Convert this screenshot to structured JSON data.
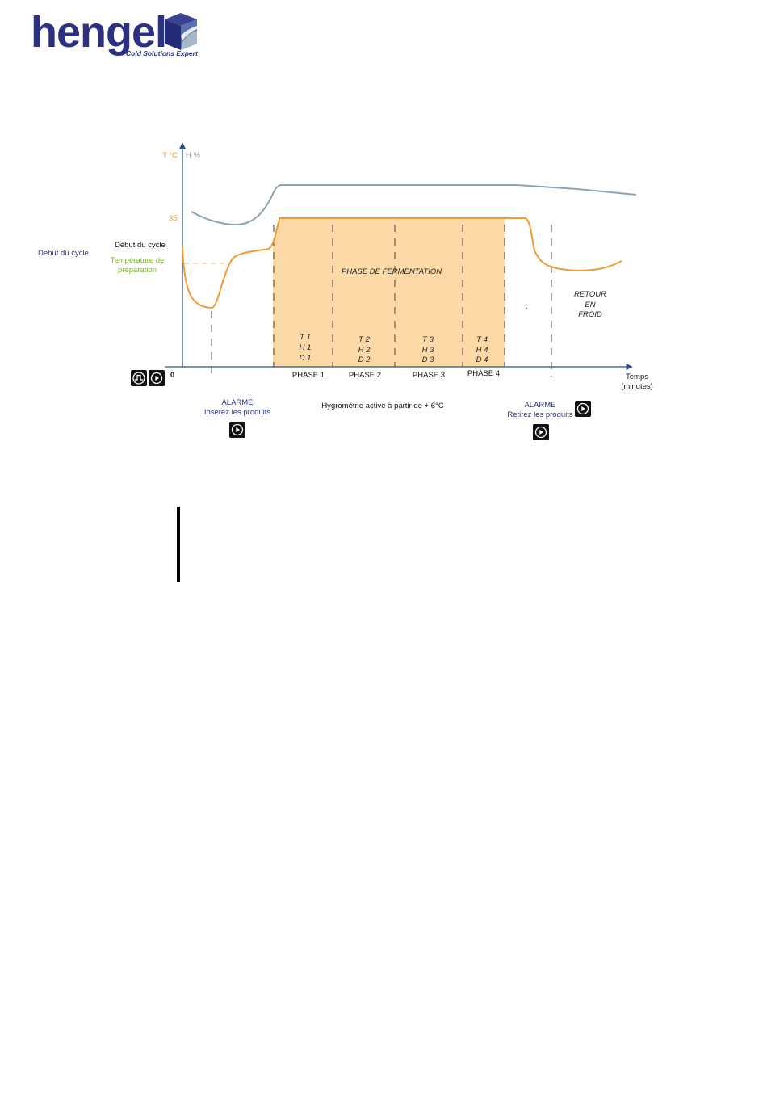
{
  "logo": {
    "name": "hengel",
    "tagline": "Cold Solutions Expert"
  },
  "axes": {
    "y_temp_label": "T °C",
    "y_hum_label": "H %",
    "y_tick_35": "35",
    "origin": "0",
    "x_label_line1": "Temps",
    "x_label_line2": "(minutes)"
  },
  "labels": {
    "debut_cycle_left": "Debut du cycle",
    "debut_cycle": "Début du cycle",
    "temp_prep_line1": "Température de",
    "temp_prep_line2": "préparation",
    "phase_fermentation": "PHASE DE FERMENTATION",
    "retour_line1": "RETOUR",
    "retour_line2": "EN",
    "retour_line3": "FROID",
    "dot": "."
  },
  "phases": [
    {
      "name": "PHASE 1",
      "t": "T 1",
      "h": "H 1",
      "d": "D 1"
    },
    {
      "name": "PHASE 2",
      "t": "T 2",
      "h": "H 2",
      "d": "D 2"
    },
    {
      "name": "PHASE 3",
      "t": "T 3",
      "h": "H 3",
      "d": "D 3"
    },
    {
      "name": "PHASE 4",
      "t": "T 4",
      "h": "H 4",
      "d": "D 4"
    }
  ],
  "alarms": {
    "alarm1_title": "ALARME",
    "alarm1_text": "Inserez les produits",
    "hygro_note": "Hygrométrie active à partir de  + 6°C",
    "alarm2_title": "ALARME",
    "alarm2_text": "Retirez les produits"
  },
  "icons": {
    "cycle": "cycle-signal-icon",
    "play": "play-circle-icon"
  },
  "colors": {
    "temperature": "#f39a34",
    "humidity": "#8ea3b4",
    "fermentation_fill": "#fcd9a6",
    "axis": "#2d4d86",
    "navy_text": "#2b3180",
    "green_text": "#7ab032"
  }
}
